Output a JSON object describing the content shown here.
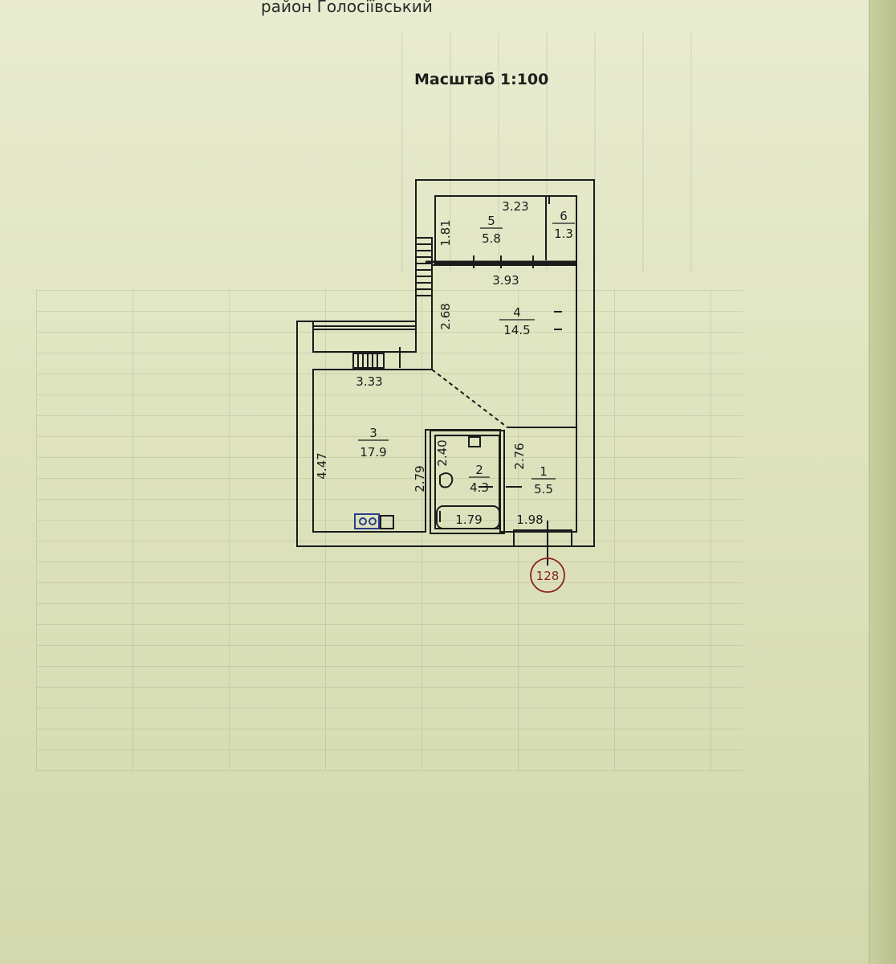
{
  "header": {
    "district": "район Голосіївський",
    "scale": "Масштаб 1:100"
  },
  "rooms": [
    {
      "number": "1",
      "area": "5.5"
    },
    {
      "number": "2",
      "area": "4.3"
    },
    {
      "number": "3",
      "area": "17.9"
    },
    {
      "number": "4",
      "area": "14.5"
    },
    {
      "number": "5",
      "area": "5.8"
    },
    {
      "number": "6",
      "area": "1.3"
    }
  ],
  "dimensions": {
    "balcony_width": "3.23",
    "balcony_depth": "1.81",
    "room4_width": "3.93",
    "room4_depth": "2.68",
    "room3_width": "3.33",
    "room3_depth": "4.47",
    "bath_height": "2.40",
    "bath_side": "2.79",
    "bath_width": "1.79",
    "hall_depth": "2.76",
    "hall_width": "1.98"
  },
  "stamp": "128",
  "colors": {
    "ink": "#1b1b1b",
    "stamp": "#8a1f1f",
    "paper": "#e4e8c7"
  }
}
